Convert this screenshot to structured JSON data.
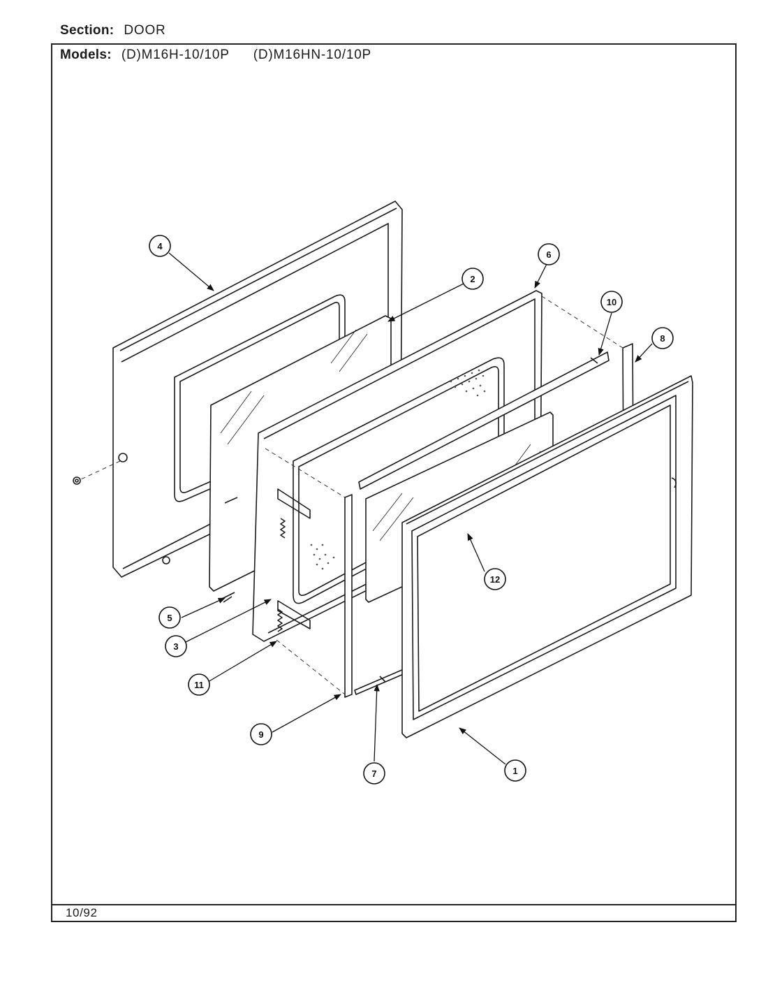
{
  "header": {
    "section_label": "Section:",
    "section_value": "DOOR",
    "models_label": "Models:",
    "models": [
      "(D)M16H-10/10P",
      "(D)M16HN-10/10P"
    ]
  },
  "footer": {
    "date": "10/92"
  },
  "diagram": {
    "callouts": [
      {
        "id": "c1",
        "label": "1"
      },
      {
        "id": "c2",
        "label": "2"
      },
      {
        "id": "c3",
        "label": "3"
      },
      {
        "id": "c4",
        "label": "4"
      },
      {
        "id": "c5",
        "label": "5"
      },
      {
        "id": "c6",
        "label": "6"
      },
      {
        "id": "c7",
        "label": "7"
      },
      {
        "id": "c8",
        "label": "8"
      },
      {
        "id": "c9",
        "label": "9"
      },
      {
        "id": "c10",
        "label": "10"
      },
      {
        "id": "c11",
        "label": "11"
      },
      {
        "id": "c12",
        "label": "12"
      }
    ]
  }
}
